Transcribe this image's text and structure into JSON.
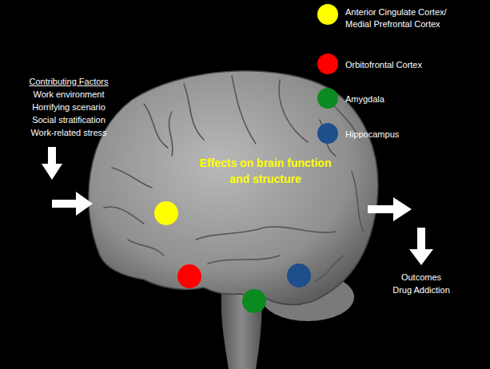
{
  "diagram": {
    "labels": [
      "Contributing Factors",
      "Work environment",
      "Horrifying scenario",
      "Social stratification",
      "Work-related stress",
      "Effects on brain function and structure",
      "Outcomes",
      "Drug Addiction"
    ],
    "legend": [
      {
        "text": "Anterior Cingulate Cortex/ Medial Prefrontal Cortex",
        "color": "#ffff00"
      },
      {
        "text": "Orbitofrontal Cortex",
        "color": "#ff0000"
      },
      {
        "text": "Amygdala",
        "color": "#0a8a1f"
      },
      {
        "text": "Hippocampus",
        "color": "#1f4e8c"
      }
    ]
  }
}
